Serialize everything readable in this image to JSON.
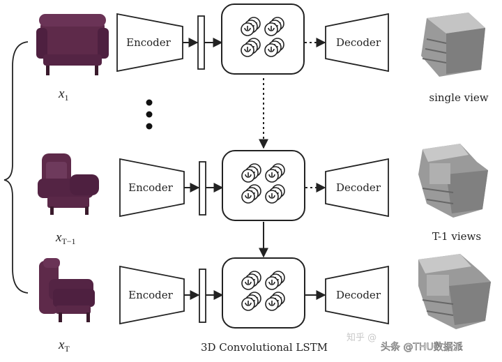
{
  "rows": [
    {
      "input_label": "x",
      "input_sub": "1",
      "encoder_label": "Encoder",
      "decoder_label": "Decoder",
      "output_label": "single view"
    },
    {
      "input_label": "x",
      "input_sub": "T−1",
      "encoder_label": "Encoder",
      "decoder_label": "Decoder",
      "output_label": "T-1 views"
    },
    {
      "input_label": "x",
      "input_sub": "T",
      "encoder_label": "Encoder",
      "decoder_label": "Decoder",
      "output_label": ""
    }
  ],
  "lstm_caption": "3D Convolutional LSTM",
  "watermark": {
    "faded_text": "知乎 @",
    "text": "头条 @THU数据派"
  },
  "colors": {
    "chair": "#5e2a4a",
    "voxel": "#9a9a9a",
    "stroke": "#222222"
  }
}
